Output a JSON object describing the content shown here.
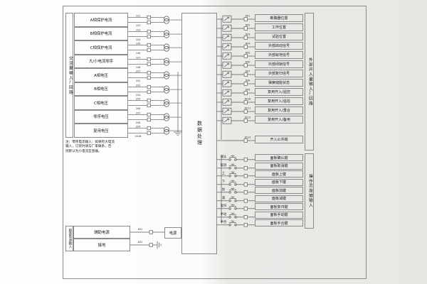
{
  "left_section": {
    "vertical_label": "交流量输入/回路",
    "rows": [
      {
        "label": "A相保护电流",
        "terminals": [
          "1X1",
          "1X2"
        ]
      },
      {
        "label": "B相保护电流",
        "terminals": [
          "1X3",
          "1X4"
        ]
      },
      {
        "label": "C相保护电流",
        "terminals": [
          "1X5",
          "1X6"
        ]
      },
      {
        "label": "大/小电流零序",
        "terminals": [
          "1X7",
          "1X8"
        ]
      },
      {
        "label": "A相电压",
        "terminals": [
          "2X1",
          "2X2"
        ]
      },
      {
        "label": "B相电压",
        "terminals": [
          "2X3",
          "2X4"
        ]
      },
      {
        "label": "C相电压",
        "terminals": [
          "2X5",
          "2X6"
        ]
      },
      {
        "label": "零序电压",
        "terminals": [
          "2X7",
          "2X8"
        ]
      },
      {
        "label": "复用电压",
        "terminals": [
          "2X9",
          "2X10"
        ]
      }
    ]
  },
  "note": {
    "lines": [
      "注：零序电流输入：如果有大电流",
      "输入，订货时请与厂家联系，否",
      "则默认为小电流互感器。"
    ]
  },
  "center_block": {
    "label": "数据处理"
  },
  "right_inputs": {
    "vertical_label": "外部开入量输入/回路",
    "rows": [
      {
        "label": "断路器位置",
        "terminal": "8X1"
      },
      {
        "label": "工作位置",
        "terminal": "8X2"
      },
      {
        "label": "试验位置",
        "terminal": "8X3"
      },
      {
        "label": "外部启动信号",
        "terminal": "8X4"
      },
      {
        "label": "外部就地信号",
        "terminal": "8X5"
      },
      {
        "label": "外部闭锁信号",
        "terminal": "8X6"
      },
      {
        "label": "外部复归信号",
        "terminal": "8X7"
      },
      {
        "label": "弹簧储能状态",
        "terminal": "8X8"
      },
      {
        "label": "复用开入/遥控",
        "terminal": "8X9"
      },
      {
        "label": "复用开入/遥信",
        "terminal": "8X10"
      },
      {
        "label": "复用开入/重合",
        "terminal": "8X11"
      },
      {
        "label": "复用开入/备用",
        "terminal": "8X12"
      }
    ],
    "common_row": {
      "label": "开入公共端",
      "terminal": "8X13"
    }
  },
  "panel_keys": {
    "vertical_label": "操作员按键输入",
    "rows": [
      {
        "button": "确认",
        "terminal": "9X1",
        "label": "面板确认键"
      },
      {
        "button": "取消",
        "terminal": "9X2",
        "label": "面板取消键"
      },
      {
        "button": "上",
        "terminal": "9X3",
        "label": "面板上键"
      },
      {
        "button": "下",
        "terminal": "9X4",
        "label": "面板下键"
      },
      {
        "button": "加",
        "terminal": "9X5",
        "label": "面板加键"
      },
      {
        "button": "减",
        "terminal": "9X6",
        "label": "面板减键"
      },
      {
        "button": "复归",
        "terminal": "9X7",
        "label": "面板复归键"
      },
      {
        "button": "手动",
        "terminal": "9X8",
        "label": "面板手动键"
      },
      {
        "button": "手合",
        "terminal": "9X9",
        "label": "面板手合键"
      }
    ]
  },
  "power_section": {
    "vertical_label": "辅助电源输入",
    "rows": [
      {
        "label": "辅助电源",
        "terminal": "6X1"
      },
      {
        "label": "接地",
        "terminal": "6X2"
      }
    ],
    "power_box": "电源"
  }
}
